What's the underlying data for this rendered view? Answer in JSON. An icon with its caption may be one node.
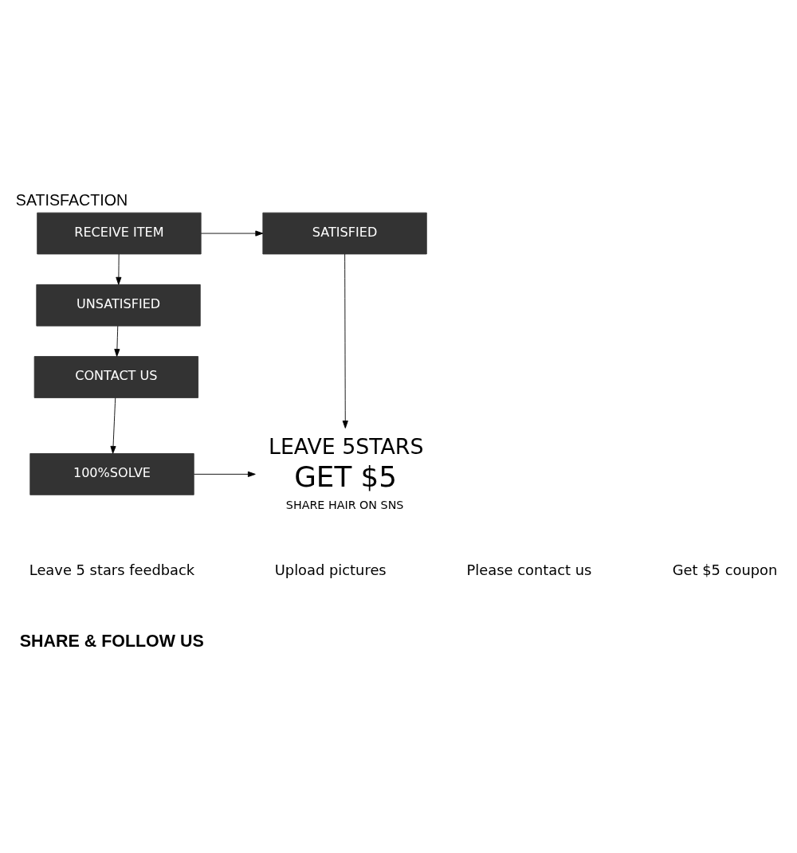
{
  "diagram": {
    "title": "SATISFACTION",
    "nodes": [
      {
        "text": [
          "RECEIVE ITEM"
        ]
      },
      {
        "text": [
          "SATISFIED"
        ]
      },
      {
        "text": [
          "UNSATISFIED"
        ]
      },
      {
        "text": [
          "CONTACT US"
        ]
      },
      {
        "text": [
          "100%SOLVE"
        ]
      },
      {
        "text": [
          "LEAVE 5STARS",
          "GET $5",
          "SHARE HAIR ON SNS"
        ]
      }
    ],
    "edges": [
      {
        "from": 0,
        "to": 1,
        "arrow": "to"
      },
      {
        "from": 0,
        "to": 2,
        "arrow": "to"
      },
      {
        "from": 2,
        "to": 3,
        "arrow": "to"
      },
      {
        "from": 3,
        "to": 4,
        "arrow": "to"
      },
      {
        "from": 1,
        "to": 5,
        "arrow": "to"
      },
      {
        "from": 4,
        "to": 5,
        "arrow": "to"
      }
    ],
    "labels": [
      "Leave 5 stars feedback",
      "Upload pictures",
      "Please contact us",
      "Get $5 coupon",
      "SHARE & FOLLOW US"
    ]
  }
}
